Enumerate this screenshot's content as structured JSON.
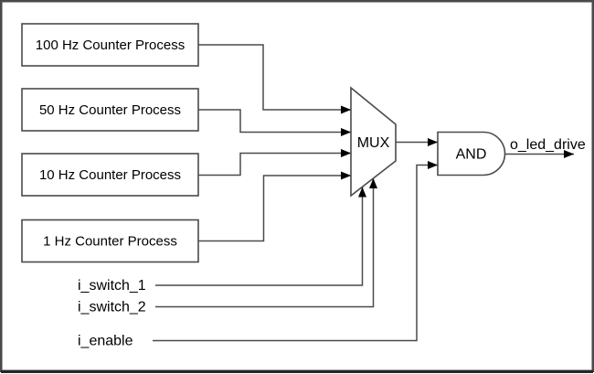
{
  "diagram": {
    "colors": {
      "line": "#4a4a4a",
      "border": "#4a4a4a",
      "border_bottom": "#262626",
      "arrow": "#000000",
      "text": "#000000",
      "box_fill": "#ffffff"
    },
    "blocks": [
      {
        "label": "100 Hz Counter Process"
      },
      {
        "label": "50 Hz Counter Process"
      },
      {
        "label": "10 Hz Counter Process"
      },
      {
        "label": "1 Hz Counter Process"
      }
    ],
    "mux": {
      "label": "MUX"
    },
    "and_gate": {
      "label": "AND"
    },
    "output": {
      "label": "o_led_drive"
    },
    "control_inputs": [
      {
        "label": "i_switch_1"
      },
      {
        "label": "i_switch_2"
      },
      {
        "label": "i_enable"
      }
    ]
  }
}
